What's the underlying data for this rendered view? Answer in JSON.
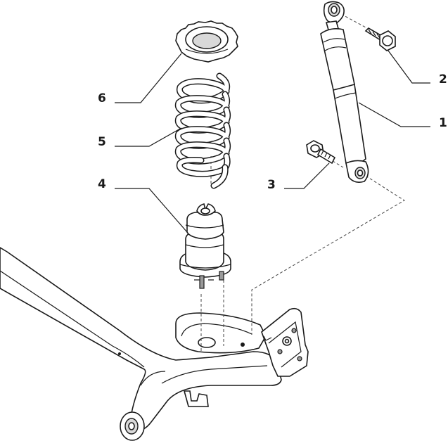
{
  "callouts": [
    {
      "id": "1",
      "label": "1"
    },
    {
      "id": "2",
      "label": "2"
    },
    {
      "id": "3",
      "label": "3"
    },
    {
      "id": "4",
      "label": "4"
    },
    {
      "id": "5",
      "label": "5"
    },
    {
      "id": "6",
      "label": "6"
    }
  ],
  "colors": {
    "line": "#1a1a1a",
    "fill": "#ffffff",
    "shade": "#d9d9d9"
  }
}
